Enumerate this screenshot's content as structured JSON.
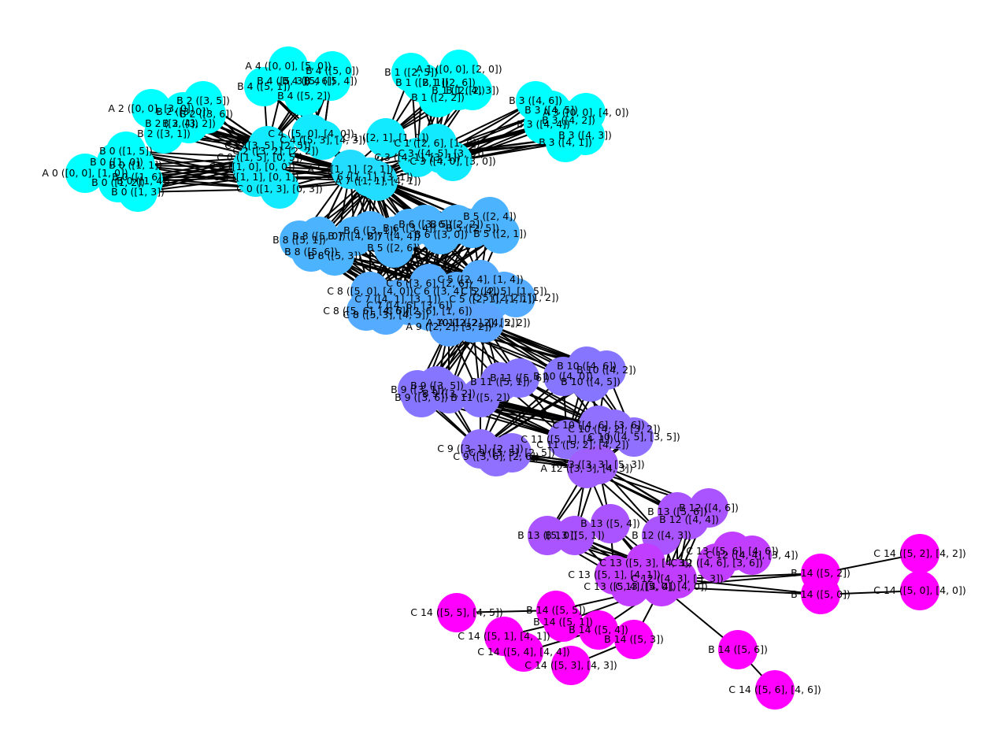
{
  "graph": {
    "colors": {
      "A": "#00ffff",
      "C0": "#12eaff",
      "A1": "#22ddff",
      "B6": "#4cb3ff",
      "C6": "#54abff",
      "A9": "#5ba4ff",
      "B9": "#8676ff",
      "C9": "#8f70ff",
      "A12": "#9f60ff",
      "B13": "#a954ff",
      "C13": "#c13dff",
      "B14": "#ff00ff"
    },
    "nodes": [
      {
        "id": "A0",
        "label": "A 0 ([0, 0], [1, 0])",
        "color": "A"
      },
      {
        "id": "B0a",
        "label": "B 0 ([1, 5])",
        "color": "A"
      },
      {
        "id": "B0b",
        "label": "B 0 ([1, 0])",
        "color": "A"
      },
      {
        "id": "B0c",
        "label": "B 0 ([1, 1])",
        "color": "A"
      },
      {
        "id": "B0d",
        "label": "B 0 ([1, 6])",
        "color": "A"
      },
      {
        "id": "B0e",
        "label": "B 0 ([1, 2])",
        "color": "A"
      },
      {
        "id": "B0f",
        "label": "B 0 ([1, 4])",
        "color": "A"
      },
      {
        "id": "B0g",
        "label": "B 0 ([1, 3])",
        "color": "A"
      },
      {
        "id": "A2",
        "label": "A 2 ([0, 0], [3, 0])",
        "color": "A"
      },
      {
        "id": "B2a",
        "label": "B 2 ([3, 5])",
        "color": "A"
      },
      {
        "id": "B2b",
        "label": "B 2 ([3, 0])",
        "color": "A"
      },
      {
        "id": "B2c",
        "label": "B 2 ([3, 6])",
        "color": "A"
      },
      {
        "id": "B2d",
        "label": "B 2 ([3, 4])",
        "color": "A"
      },
      {
        "id": "B2e",
        "label": "B 2 ([3, 2])",
        "color": "A"
      },
      {
        "id": "B2f",
        "label": "B 2 ([3, 1])",
        "color": "A"
      },
      {
        "id": "A4",
        "label": "A 4 ([0, 0], [5, 0])",
        "color": "A"
      },
      {
        "id": "B4a",
        "label": "B 4 ([5, 0])",
        "color": "A"
      },
      {
        "id": "B4b",
        "label": "B 4 ([5, 3])",
        "color": "A"
      },
      {
        "id": "B4c",
        "label": "B 4 ([5, 6])",
        "color": "A"
      },
      {
        "id": "B4d",
        "label": "B 4 ([5, 4])",
        "color": "A"
      },
      {
        "id": "B4e",
        "label": "B 4 ([5, 1])",
        "color": "A"
      },
      {
        "id": "B4f",
        "label": "B 4 ([5, 2])",
        "color": "A"
      },
      {
        "id": "A1",
        "label": "A 1 ([0, 0], [2, 0])",
        "color": "A"
      },
      {
        "id": "B1a",
        "label": "B 1 ([2, 5])",
        "color": "A"
      },
      {
        "id": "B1b",
        "label": "B 1 ([2, 1])",
        "color": "A"
      },
      {
        "id": "B1c",
        "label": "B 1 ([2, 6])",
        "color": "A"
      },
      {
        "id": "B1d",
        "label": "B 1 ([2, 4])",
        "color": "A"
      },
      {
        "id": "B1e",
        "label": "B 1 ([2, 3])",
        "color": "A"
      },
      {
        "id": "B1f",
        "label": "B 1 ([2, 2])",
        "color": "A"
      },
      {
        "id": "A3",
        "label": "A 3 ([0, 0], [4, 0])",
        "color": "A"
      },
      {
        "id": "B3a",
        "label": "B 3 ([4, 6])",
        "color": "A"
      },
      {
        "id": "B3b",
        "label": "B 3 ([4, 5])",
        "color": "A"
      },
      {
        "id": "B3c",
        "label": "B 3 ([4, 2])",
        "color": "A"
      },
      {
        "id": "B3d",
        "label": "B 3 ([4, 4])",
        "color": "A"
      },
      {
        "id": "B3e",
        "label": "B 3 ([4, 3])",
        "color": "A"
      },
      {
        "id": "B3f",
        "label": "B 3 ([4, 1])",
        "color": "A"
      },
      {
        "id": "C0a",
        "label": "C 0 ([1, 5], [0, 5])",
        "color": "C0"
      },
      {
        "id": "C0b",
        "label": "C 0 ([1, 0], [0, 0])",
        "color": "C0"
      },
      {
        "id": "C0c",
        "label": "C 0 ([1, 1], [0, 1])",
        "color": "C0"
      },
      {
        "id": "C0d",
        "label": "C 0 ([1, 3], [0, 3])",
        "color": "C0"
      },
      {
        "id": "C2a",
        "label": "C 2 ([3, 5], [2, 5])",
        "color": "C0"
      },
      {
        "id": "C2b",
        "label": "C 2 ([3, 2], [2, 2])",
        "color": "C0"
      },
      {
        "id": "C4a",
        "label": "C 4 ([5, 0], [4, 0])",
        "color": "C0"
      },
      {
        "id": "C4b",
        "label": "C 4 ([5, 3], [4, 3])",
        "color": "C0"
      },
      {
        "id": "C1a",
        "label": "C 1 ([2, 1], [1, 1])",
        "color": "C0"
      },
      {
        "id": "C1b",
        "label": "C 1 ([2, 6], [1, 6])",
        "color": "C0"
      },
      {
        "id": "C3a",
        "label": "C 3 ([4, 1], [3, 1])",
        "color": "C0"
      },
      {
        "id": "C3b",
        "label": "C 3 ([4, 5], [3, 5])",
        "color": "C0"
      },
      {
        "id": "C3c",
        "label": "C 3 ([4, 0], [3, 0])",
        "color": "C0"
      },
      {
        "id": "A5",
        "label": "A 5 ([1, 1], [2, 1])",
        "color": "A1"
      },
      {
        "id": "A6",
        "label": "A 6 ([1, 1], [3, 1])",
        "color": "A1"
      },
      {
        "id": "A7",
        "label": "A 7 ([1, 1], [4, 1])",
        "color": "A1"
      },
      {
        "id": "B5a",
        "label": "B 5 ([2, 4])",
        "color": "B6"
      },
      {
        "id": "B5b",
        "label": "B 5 ([2, 5])",
        "color": "B6"
      },
      {
        "id": "B5c",
        "label": "B 5 ([2, 2])",
        "color": "B6"
      },
      {
        "id": "B5d",
        "label": "B 5 ([2, 1])",
        "color": "B6"
      },
      {
        "id": "B6a",
        "label": "B 6 ([3, 4])",
        "color": "B6"
      },
      {
        "id": "B6b",
        "label": "B 6 ([3, 1])",
        "color": "B6"
      },
      {
        "id": "B6c",
        "label": "B 6 ([3, 6])",
        "color": "B6"
      },
      {
        "id": "B6d",
        "label": "B 6 ([3, 0])",
        "color": "B6"
      },
      {
        "id": "B7a",
        "label": "B 7 ([4, 4])",
        "color": "B6"
      },
      {
        "id": "B7b",
        "label": "B 7 ([4, 2])",
        "color": "B6"
      },
      {
        "id": "B8a",
        "label": "B 8 ([5, 1])",
        "color": "B6"
      },
      {
        "id": "B8b",
        "label": "B 8 ([5, 0])",
        "color": "B6"
      },
      {
        "id": "B8c",
        "label": "B 8 ([5, 6])",
        "color": "B6"
      },
      {
        "id": "B8d",
        "label": "B 8 ([5, 3])",
        "color": "B6"
      },
      {
        "id": "B5e",
        "label": "B 5 ([2, 6])",
        "color": "B6"
      },
      {
        "id": "C6a",
        "label": "C 6 ([3, 6], [2, 6])",
        "color": "C6"
      },
      {
        "id": "C6b",
        "label": "C 6 ([3, 4], [2, 4])",
        "color": "C6"
      },
      {
        "id": "C5a",
        "label": "C 5 ([2, 4], [1, 4])",
        "color": "C6"
      },
      {
        "id": "C5b",
        "label": "C 5 ([2, 5], [1, 5])",
        "color": "C6"
      },
      {
        "id": "C5c",
        "label": "C 5 ([2, 2], [1, 2])",
        "color": "C6"
      },
      {
        "id": "C5d",
        "label": "C 5 ([2, 1], [1, 1])",
        "color": "C6"
      },
      {
        "id": "C8a",
        "label": "C 8 ([5, 0], [4, 0])",
        "color": "C6"
      },
      {
        "id": "C8b",
        "label": "C 8 ([5, 6], [4, 6])",
        "color": "C6"
      },
      {
        "id": "C8c",
        "label": "C 8 ([5, 3], [4, 3])",
        "color": "C6"
      },
      {
        "id": "C7a",
        "label": "C 7 ([4, 1], [3, 1])",
        "color": "C6"
      },
      {
        "id": "C7b",
        "label": "C 7 ([4, 6], [3, 6])",
        "color": "C6"
      },
      {
        "id": "C5e",
        "label": "C 5 ([2, 6], [1, 6])",
        "color": "C6"
      },
      {
        "id": "A9",
        "label": "A 9 ([2, 2], [3, 2])",
        "color": "A9"
      },
      {
        "id": "A10",
        "label": "A 10 ([2, 2], [4, 2])",
        "color": "A9"
      },
      {
        "id": "A11",
        "label": "A 11 ([2, 2], [5, 2])",
        "color": "A9"
      },
      {
        "id": "B10a",
        "label": "B 10 ([4, 6])",
        "color": "B9"
      },
      {
        "id": "B10b",
        "label": "B 10 ([4, 2])",
        "color": "B9"
      },
      {
        "id": "B10c",
        "label": "B 10 ([4, 0])",
        "color": "B9"
      },
      {
        "id": "B10d",
        "label": "B 10 ([4, 5])",
        "color": "B9"
      },
      {
        "id": "B9a",
        "label": "B 9 ([3, 1])",
        "color": "B9"
      },
      {
        "id": "B9b",
        "label": "B 9 ([3, 5])",
        "color": "B9"
      },
      {
        "id": "B9c",
        "label": "B 9 ([3, 2])",
        "color": "B9"
      },
      {
        "id": "B9d",
        "label": "B 9 ([3, 6])",
        "color": "B9"
      },
      {
        "id": "B11a",
        "label": "B 11 ([5, 1])",
        "color": "B9"
      },
      {
        "id": "B11b",
        "label": "B 11 ([5, 2])",
        "color": "B9"
      },
      {
        "id": "B11c",
        "label": "B 11 ([5, 6])",
        "color": "B9"
      },
      {
        "id": "C10a",
        "label": "C 10 ([4, 6], [3, 6])",
        "color": "C9"
      },
      {
        "id": "C10b",
        "label": "C 10 ([4, 2], [3, 2])",
        "color": "C9"
      },
      {
        "id": "C10c",
        "label": "C 10 ([4, 5], [3, 5])",
        "color": "C9"
      },
      {
        "id": "C11a",
        "label": "C 11 ([5, 1], [4, 1])",
        "color": "C9"
      },
      {
        "id": "C11b",
        "label": "C 11 ([5, 2], [4, 2])",
        "color": "C9"
      },
      {
        "id": "C9a",
        "label": "C 9 ([3, 1], [2, 1])",
        "color": "C9"
      },
      {
        "id": "C9b",
        "label": "C 9 ([3, 6], [2, 6])",
        "color": "C9"
      },
      {
        "id": "C9c",
        "label": "C 9 ([3, 5], [2, 5])",
        "color": "C9"
      },
      {
        "id": "A12",
        "label": "A 12 ([3, 3], [4, 3])",
        "color": "A12"
      },
      {
        "id": "A13",
        "label": "A 13 ([3, 3], [5, 3])",
        "color": "A12"
      },
      {
        "id": "B13a",
        "label": "B 13 ([5, 6])",
        "color": "B13"
      },
      {
        "id": "B12a",
        "label": "B 12 ([4, 6])",
        "color": "B13"
      },
      {
        "id": "B12b",
        "label": "B 12 ([4, 4])",
        "color": "B13"
      },
      {
        "id": "B12c",
        "label": "B 12 ([4, 3])",
        "color": "B13"
      },
      {
        "id": "B13b",
        "label": "B 13 ([5, 4])",
        "color": "B13"
      },
      {
        "id": "B13c",
        "label": "B 13 ([5, 1])",
        "color": "B13"
      },
      {
        "id": "B13d",
        "label": "B 13 ([5, 0])",
        "color": "B13"
      },
      {
        "id": "C13a",
        "label": "C 13 ([5, 3], [4, 3])",
        "color": "C13"
      },
      {
        "id": "C13b",
        "label": "C 13 ([5, 6], [4, 6])",
        "color": "C13"
      },
      {
        "id": "C12a",
        "label": "C 12 ([4, 3], [3, 3])",
        "color": "C13"
      },
      {
        "id": "C12b",
        "label": "C 12 ([4, 4], [3, 4])",
        "color": "C13"
      },
      {
        "id": "C12c",
        "label": "C 12 ([4, 6], [3, 6])",
        "color": "C13"
      },
      {
        "id": "C13c",
        "label": "C 13 ([5, 1], [4, 1])",
        "color": "C13"
      },
      {
        "id": "C13d",
        "label": "C 13 ([5, 0], [4, 0])",
        "color": "C13"
      },
      {
        "id": "C13e",
        "label": "C 13 ([5, 4], [4, 4])",
        "color": "C13"
      },
      {
        "id": "B14a",
        "label": "B 14 ([5, 2])",
        "color": "B14"
      },
      {
        "id": "B14b",
        "label": "B 14 ([5, 0])",
        "color": "B14"
      },
      {
        "id": "C14a",
        "label": "C 14 ([5, 2], [4, 2])",
        "color": "B14"
      },
      {
        "id": "C14b",
        "label": "C 14 ([5, 0], [4, 0])",
        "color": "B14"
      },
      {
        "id": "B14c",
        "label": "B 14 ([5, 5])",
        "color": "B14"
      },
      {
        "id": "C14c",
        "label": "C 14 ([5, 5], [4, 5])",
        "color": "B14"
      },
      {
        "id": "B14d",
        "label": "B 14 ([5, 1])",
        "color": "B14"
      },
      {
        "id": "C14d",
        "label": "C 14 ([5, 1], [4, 1])",
        "color": "B14"
      },
      {
        "id": "B14e",
        "label": "B 14 ([5, 4])",
        "color": "B14"
      },
      {
        "id": "C14e",
        "label": "C 14 ([5, 4], [4, 4])",
        "color": "B14"
      },
      {
        "id": "B14f",
        "label": "B 14 ([5, 3])",
        "color": "B14"
      },
      {
        "id": "C14f",
        "label": "C 14 ([5, 3], [4, 3])",
        "color": "B14"
      },
      {
        "id": "B14g",
        "label": "B 14 ([5, 6])",
        "color": "B14"
      },
      {
        "id": "C14g",
        "label": "C 14 ([5, 6], [4, 6])",
        "color": "B14"
      }
    ]
  }
}
